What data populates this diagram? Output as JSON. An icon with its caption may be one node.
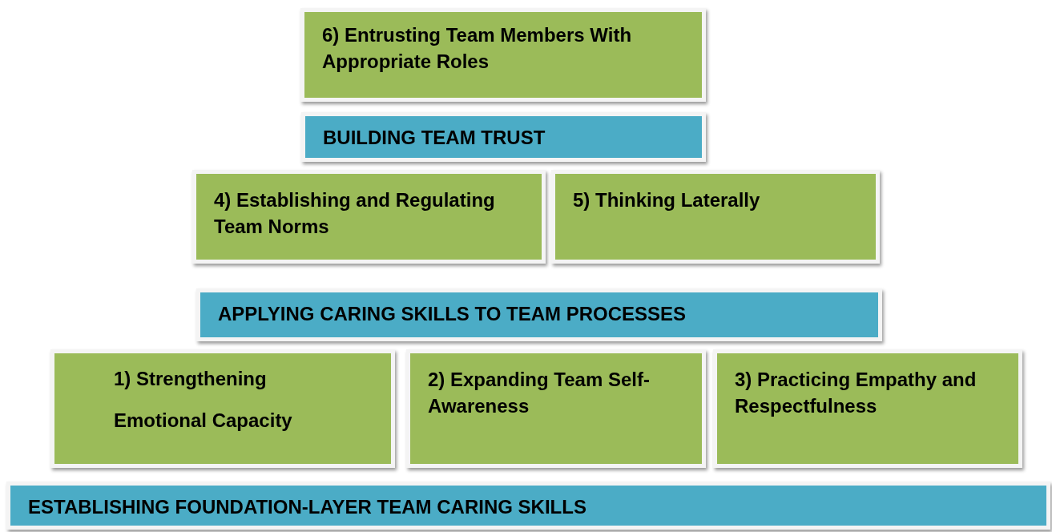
{
  "diagram": {
    "nodes": [
      {
        "text": [
          "6) Entrusting Team Members With Appropriate Roles"
        ]
      },
      {
        "text": [
          "BUILDING TEAM TRUST"
        ]
      },
      {
        "text": [
          "4) Establishing and Regulating Team Norms"
        ]
      },
      {
        "text": [
          "5) Thinking Laterally"
        ]
      },
      {
        "text": [
          "APPLYING CARING SKILLS TO TEAM PROCESSES"
        ]
      },
      {
        "text": [
          "1) Strengthening Emotional Capacity"
        ]
      },
      {
        "text": [
          "2) Expanding Team Self-Awareness"
        ]
      },
      {
        "text": [
          "3) Practicing Empathy and Respectfulness"
        ]
      },
      {
        "text": [
          "ESTABLISHING FOUNDATION-LAYER TEAM CARING SKILLS"
        ]
      }
    ]
  }
}
